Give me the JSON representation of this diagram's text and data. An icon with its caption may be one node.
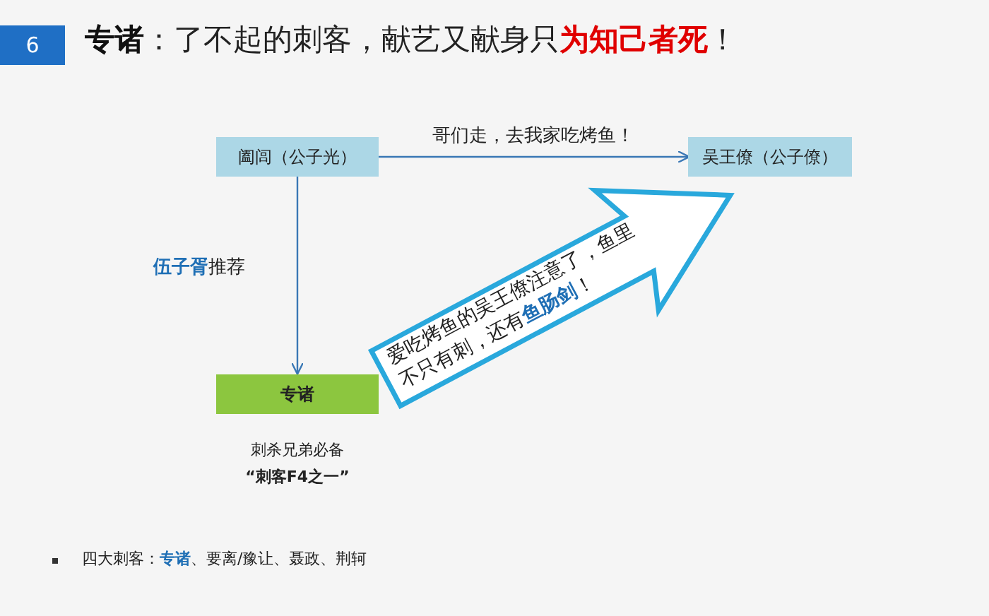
{
  "diagram": {
    "title": "**专诸**：了不起的刺客，献艺又献身只**为知己者死**！",
    "nodes": [
      {
        "text": [
          "阖闾（公子光）"
        ]
      },
      {
        "text": [
          "吴王僚（公子僚）"
        ]
      },
      {
        "text": [
          "专诸"
        ],
        "beside": [
          "刺杀兄弟必备",
          "“刺客F4之一”"
        ]
      },
      {
        "text": [
          "爱吃烤鱼的吴王僚注意了，鱼里不只有刺，还有**鱼肠剑**！"
        ]
      }
    ],
    "edges": [
      {
        "from": 0,
        "to": 1,
        "arrow": "to",
        "label": "哥们走，去我家吃烤鱼！"
      },
      {
        "from": 0,
        "to": 2,
        "arrow": "to",
        "label": "**伍子胥**推荐"
      }
    ],
    "labels": [
      "6",
      "四大刺客：**专诸**、要离/豫让、聂政、荆轲"
    ]
  }
}
